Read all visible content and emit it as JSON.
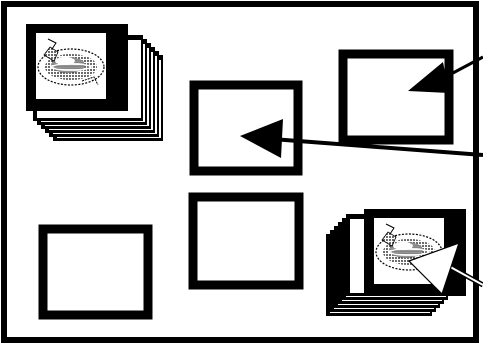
{
  "figure": {
    "type": "b/w line-art diagram of frames and stacked image thumbnails",
    "colors": {
      "background": "#ffffff",
      "ink": "#000000"
    }
  },
  "icons": [
    "frame-stack-with-image",
    "empty-frame",
    "arrow-pointer"
  ],
  "items": [
    {
      "id": "stack-top-left",
      "kind": "stacked-image-frames",
      "count": 7
    },
    {
      "id": "frame-center-top",
      "kind": "empty-frame"
    },
    {
      "id": "frame-right-top",
      "kind": "empty-frame"
    },
    {
      "id": "frame-bottom-left",
      "kind": "empty-frame"
    },
    {
      "id": "frame-center-bottom",
      "kind": "empty-frame"
    },
    {
      "id": "stack-bottom-right",
      "kind": "stacked-image-frames",
      "count": 7
    },
    {
      "id": "arrow-to-right-top",
      "kind": "arrow"
    },
    {
      "id": "arrow-to-center-top",
      "kind": "arrow"
    },
    {
      "id": "arrow-to-bottom-right",
      "kind": "arrow"
    }
  ]
}
